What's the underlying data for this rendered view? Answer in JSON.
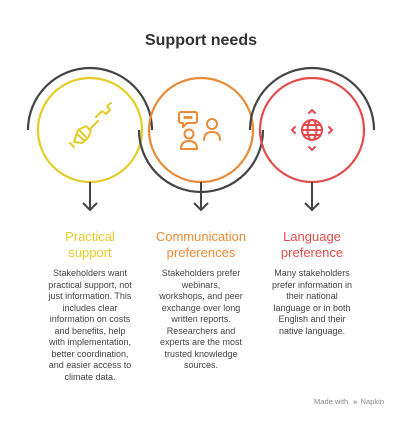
{
  "title": "Support needs",
  "colors": {
    "yellow": "#e3cc26",
    "orange": "#ea8a35",
    "red": "#e24c4c",
    "dark": "#444444"
  },
  "columns": [
    {
      "title_lines": [
        "Practical",
        "support"
      ],
      "icon": "wrench-hand-icon",
      "desc_lines": [
        "Stakeholders want",
        "practical support, not",
        "just information. This",
        "includes clear",
        "information on costs",
        "and benefits, help",
        "with implementation,",
        "better coordination,",
        "and easier access to",
        "climate data."
      ]
    },
    {
      "title_lines": [
        "Communication",
        "preferences"
      ],
      "icon": "people-chat-icon",
      "desc_lines": [
        "Stakeholders prefer",
        "webinars,",
        "workshops, and peer",
        "exchange over long",
        "written reports.",
        "Researchers and",
        "experts are the most",
        "trusted knowledge",
        "sources."
      ]
    },
    {
      "title_lines": [
        "Language",
        "preference"
      ],
      "icon": "globe-arrows-icon",
      "desc_lines": [
        "Many stakeholders",
        "prefer information in",
        "their national",
        "language or in both",
        "English and their",
        "native language."
      ]
    }
  ],
  "footer": {
    "made_with": "Made with",
    "brand": "Napkin"
  }
}
